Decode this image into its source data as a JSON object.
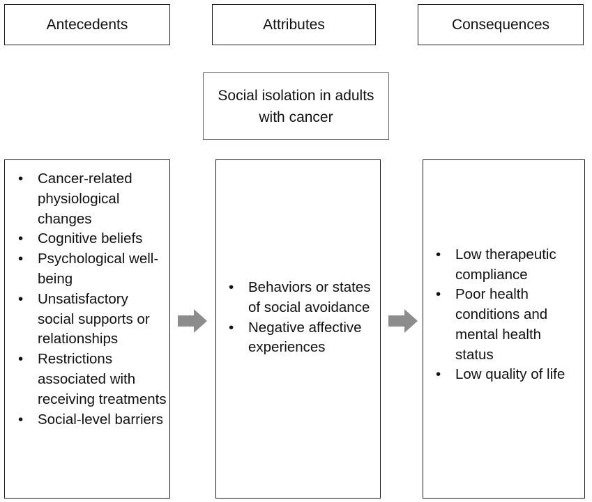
{
  "headers": {
    "antecedents": "Antecedents",
    "attributes": "Attributes",
    "consequences": "Consequences"
  },
  "concept": "Social isolation in adults with cancer",
  "antecedents": [
    "Cancer-related physiological changes",
    "Cognitive beliefs",
    "Psychological well-being",
    "Unsatisfactory social supports or relationships",
    "Restrictions associated with receiving treatments",
    "Social-level barriers"
  ],
  "attributes": [
    "Behaviors or states of social avoidance",
    "Negative affective experiences"
  ],
  "consequences": [
    "Low therapeutic compliance",
    "Poor health conditions and mental health status",
    "Low quality of life"
  ],
  "colors": {
    "border": "#1a1a1a",
    "concept_border": "#666666",
    "arrow": "#8c8c8c",
    "text": "#111111"
  },
  "icons": {
    "arrow": "right-arrow-icon"
  }
}
